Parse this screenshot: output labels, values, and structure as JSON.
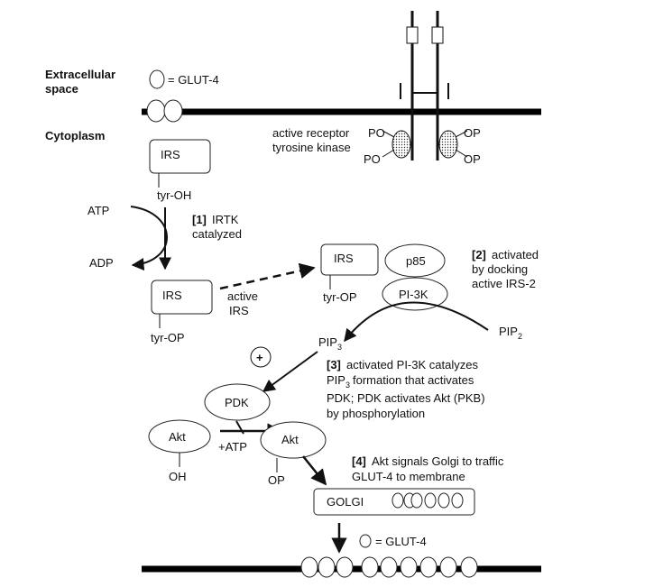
{
  "colors": {
    "ink": "#111111",
    "membrane": "#000000",
    "background": "#ffffff"
  },
  "labels": {
    "extracellular_1": "Extracellular",
    "extracellular_2": "space",
    "cytoplasm": "Cytoplasm",
    "glut4_legend": "= GLUT-4",
    "receptor_1": "active receptor",
    "receptor_2": "tyrosine kinase",
    "po": "PO",
    "op": "OP",
    "irs": "IRS",
    "tyr_oh": "tyr-OH",
    "tyr_op": "tyr-OP",
    "atp": "ATP",
    "adp": "ADP",
    "step1_num": "[1]",
    "step1_a": "IRTK",
    "step1_b": "catalyzed",
    "active_irs_1": "active",
    "active_irs_2": "IRS",
    "p85": "p85",
    "pi3k": "PI-3K",
    "step2_num": "[2]",
    "step2_a": "activated",
    "step2_b": "by docking",
    "step2_c": "active IRS-2",
    "pip": "PIP",
    "pip2_sub": "2",
    "pip3_sub": "3",
    "plus": "+",
    "step3_num": "[3]",
    "step3_a": "activated PI-3K catalyzes",
    "step3_b1": "PIP",
    "step3_b2": "formation that activates",
    "step3_c": "PDK; PDK activates Akt (PKB)",
    "step3_d": "by phosphorylation",
    "pdk": "PDK",
    "akt": "Akt",
    "oh": "OH",
    "op_akt": "OP",
    "plus_atp": "+ATP",
    "step4_num": "[4]",
    "step4_a": "Akt signals Golgi to traffic",
    "step4_b": "GLUT-4 to membrane",
    "golgi": "GOLGI"
  }
}
